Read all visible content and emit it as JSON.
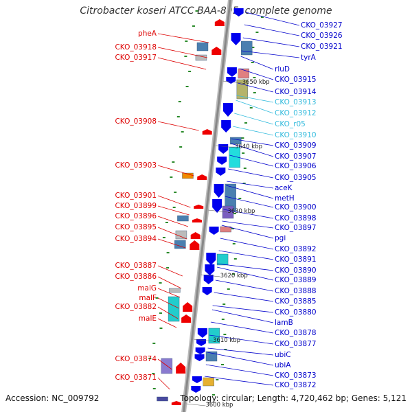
{
  "title": "Citrobacter koseri ATCC BAA-895, complete genome",
  "footer": {
    "accession": "Accession: NC_009792",
    "topology": "Topology: circular; Length: 4,720,462 bp; Genes: 5,121"
  },
  "colors": {
    "left_label": "#dd0000",
    "right_label": "#0000cc",
    "rna_label": "#33bbdd",
    "backbone": "#999999",
    "forward_cds": "#0000ee",
    "reverse_cds": "#ee0000"
  },
  "scale_ticks": [
    "3650 kbp",
    "3640 kbp",
    "3630 kbp",
    "3620 kbp",
    "3610 kbp",
    "3600 kbp"
  ],
  "left_labels": [
    "pheA",
    "CKO_03918",
    "CKO_03917",
    "CKO_03908",
    "CKO_03903",
    "CKO_03901",
    "CKO_03899",
    "CKO_03896",
    "CKO_03895",
    "CKO_03894",
    "CKO_03887",
    "CKO_03886",
    "malG",
    "malF",
    "CKO_03882",
    "malE",
    "CKO_03874",
    "CKO_03871"
  ],
  "right_labels": [
    "CKO_03927",
    "CKO_03926",
    "CKO_03921",
    "tyrA",
    "rluD",
    "CKO_03915",
    "CKO_03914",
    "CKO_03913",
    "CKO_03912",
    "CKO_r05",
    "CKO_03910",
    "CKO_03909",
    "CKO_03907",
    "CKO_03906",
    "CKO_03905",
    "aceK",
    "metH",
    "CKO_03900",
    "CKO_03898",
    "CKO_03897",
    "pgi",
    "CKO_03892",
    "CKO_03891",
    "CKO_03890",
    "CKO_03889",
    "CKO_03888",
    "CKO_03885",
    "CKO_03880",
    "lamB",
    "CKO_03878",
    "CKO_03877",
    "ubiC",
    "ubiA",
    "CKO_03873",
    "CKO_03872"
  ]
}
